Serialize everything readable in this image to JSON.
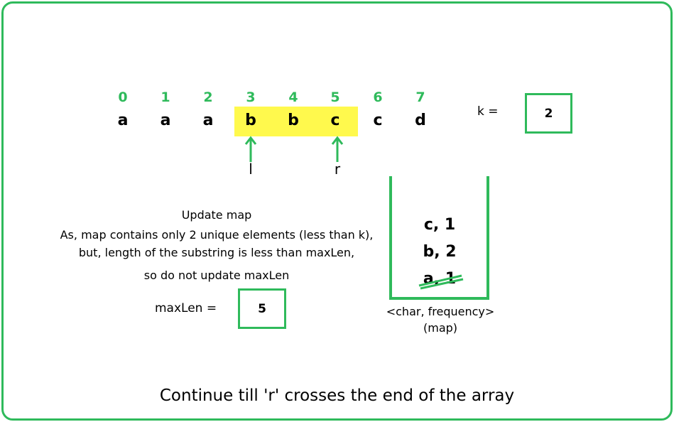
{
  "array": {
    "indices": [
      "0",
      "1",
      "2",
      "3",
      "4",
      "5",
      "6",
      "7"
    ],
    "chars": [
      "a",
      "a",
      "a",
      "b",
      "b",
      "c",
      "c",
      "d"
    ],
    "window": {
      "l_index": 3,
      "r_index": 5
    },
    "pointer_l": "l",
    "pointer_r": "r"
  },
  "k": {
    "label": "k =",
    "value": "2"
  },
  "notes": {
    "line1": "Update map",
    "line2": "As, map contains only 2 unique elements (less than k),",
    "line3": "but, length of the substring is less than maxLen,",
    "line4": "so do not update maxLen"
  },
  "maxlen": {
    "label": "maxLen =",
    "value": "5"
  },
  "map": {
    "entries": [
      "c, 1",
      "b, 2",
      "a, 1"
    ],
    "removed_entry_index": 2,
    "caption_line1": "<char, frequency>",
    "caption_line2": "(map)"
  },
  "footer": "Continue till 'r' crosses the end of the array",
  "colors": {
    "accent": "#2fba5b",
    "highlight": "#fff94d"
  }
}
